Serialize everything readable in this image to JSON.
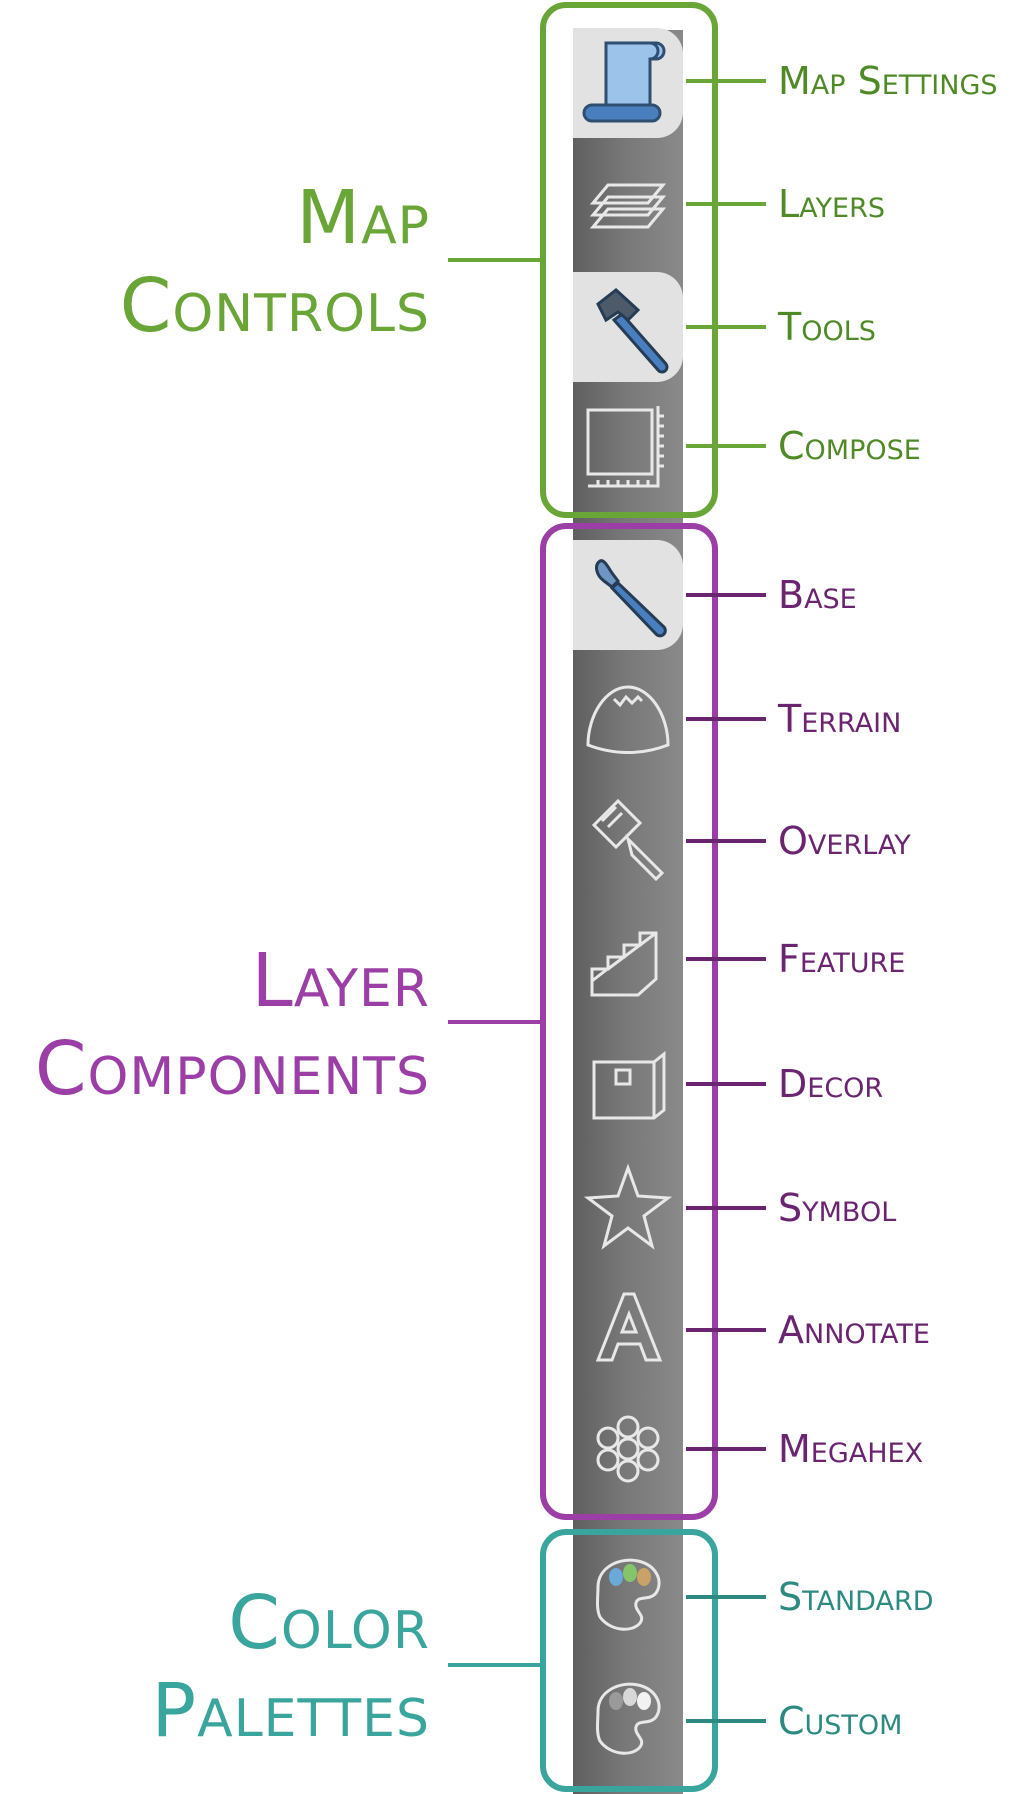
{
  "colors": {
    "map_controls": "#6aa537",
    "layer_components": "#9b3fa6",
    "color_palettes": "#3aa59c",
    "map_controls_text": "#4f8a26",
    "layer_components_text": "#6a2470",
    "color_palettes_text": "#2c8a80",
    "icon_blue": "#4a7fbf",
    "icon_light_blue": "#9cc3ea",
    "icon_outline": "#e8e8e8"
  },
  "groups": [
    {
      "id": "map_controls",
      "title_line1": "Map",
      "title_line2": "Controls",
      "items": [
        {
          "label": "Map Settings",
          "icon": "scroll-icon"
        },
        {
          "label": "Layers",
          "icon": "layers-icon"
        },
        {
          "label": "Tools",
          "icon": "hammer-icon"
        },
        {
          "label": "Compose",
          "icon": "ruler-frame-icon"
        }
      ]
    },
    {
      "id": "layer_components",
      "title_line1": "Layer",
      "title_line2": "Components",
      "items": [
        {
          "label": "Base",
          "icon": "paintbrush-icon"
        },
        {
          "label": "Terrain",
          "icon": "mountain-icon"
        },
        {
          "label": "Overlay",
          "icon": "wide-brush-icon"
        },
        {
          "label": "Feature",
          "icon": "stairs-icon"
        },
        {
          "label": "Decor",
          "icon": "chest-icon"
        },
        {
          "label": "Symbol",
          "icon": "star-icon"
        },
        {
          "label": "Annotate",
          "icon": "letter-a-icon"
        },
        {
          "label": "Megahex",
          "icon": "hex-cluster-icon"
        }
      ]
    },
    {
      "id": "color_palettes",
      "title_line1": "Color",
      "title_line2": "Palettes",
      "items": [
        {
          "label": "Standard",
          "icon": "color-palette-icon"
        },
        {
          "label": "Custom",
          "icon": "gray-palette-icon"
        }
      ]
    }
  ]
}
